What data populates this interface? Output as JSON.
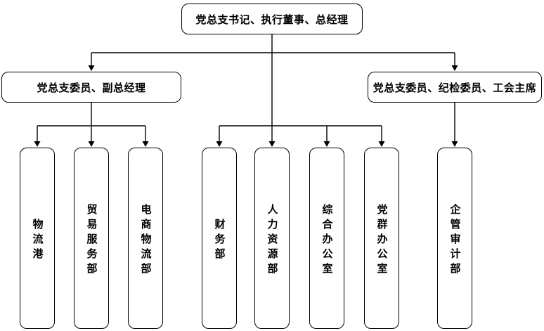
{
  "colors": {
    "line": "#000000",
    "border": "#000000",
    "fill": "#ffffff",
    "background": "#ffffff",
    "text": "#000000"
  },
  "org": {
    "root": {
      "label": "党总支书记、执行董事、总经理"
    },
    "branches": [
      {
        "label": "党总支委员、副总经理"
      },
      {
        "label": "党总支委员、纪检委员、工会主席"
      }
    ],
    "departments": [
      {
        "label": "物流港"
      },
      {
        "label": "贸易服务部"
      },
      {
        "label": "电商物流部"
      },
      {
        "label": "财务部"
      },
      {
        "label": "人力资源部"
      },
      {
        "label": "综合办公室"
      },
      {
        "label": "党群办公室"
      },
      {
        "label": "企管审计部"
      }
    ]
  }
}
